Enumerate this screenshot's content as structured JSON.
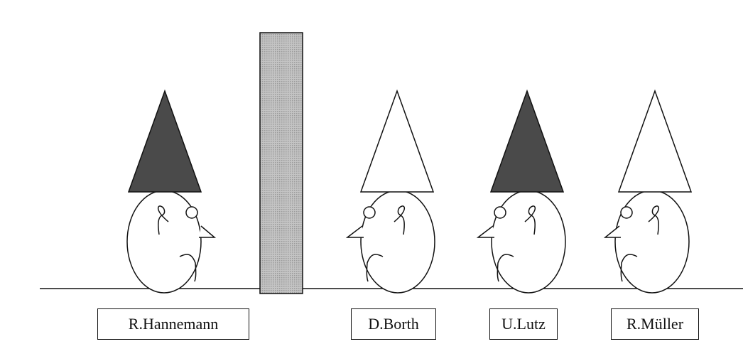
{
  "diagram": {
    "figures": [
      {
        "name": "R.Hannemann",
        "hat": "dark",
        "facing": "right"
      },
      {
        "name": "D.Borth",
        "hat": "white",
        "facing": "left"
      },
      {
        "name": "U.Lutz",
        "hat": "dark",
        "facing": "left"
      },
      {
        "name": "R.Müller",
        "hat": "white",
        "facing": "left"
      }
    ],
    "colors": {
      "dark_hat": "#4a4a4a",
      "white_hat": "#ffffff",
      "wall": "#b8b8b8",
      "outline": "#111111"
    }
  }
}
